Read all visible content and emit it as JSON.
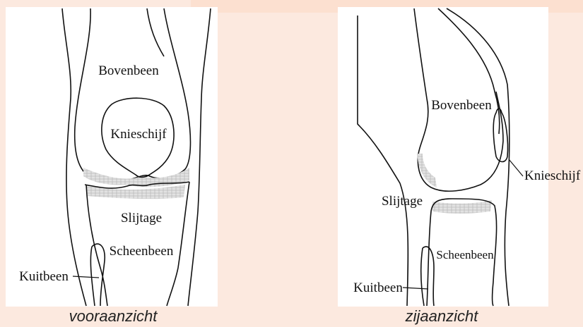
{
  "front_view": {
    "caption": "vooraanzicht",
    "labels": {
      "femur": "Bovenbeen",
      "patella": "Knieschijf",
      "cartilage": "Slijtage",
      "tibia": "Scheenbeen",
      "fibula": "Kuitbeen"
    }
  },
  "side_view": {
    "caption": "zijaanzicht",
    "labels": {
      "femur": "Bovenbeen",
      "patella": "Knieschijf",
      "cartilage": "Slijtage",
      "tibia": "Scheenbeen",
      "fibula": "Kuitbeen"
    }
  },
  "colors": {
    "background": "#fce9df",
    "panel": "#ffffff",
    "cartilage": "#cfcfcf"
  }
}
